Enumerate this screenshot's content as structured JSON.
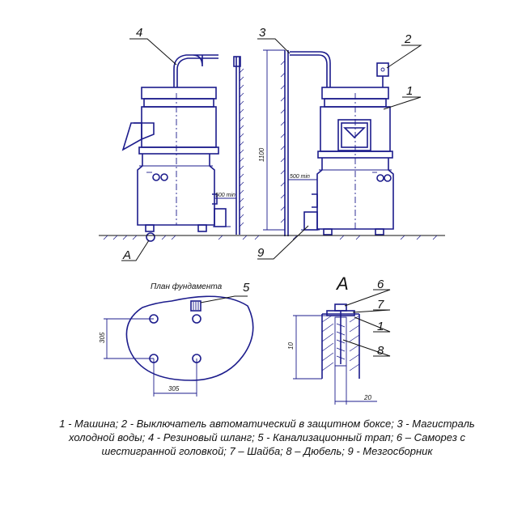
{
  "callouts": {
    "c1": "1",
    "c2": "2",
    "c3": "3",
    "c4": "4",
    "c5": "5",
    "c6": "6",
    "c7": "7",
    "c8": "8",
    "c9": "9",
    "cA": "A",
    "cA_detail": "A",
    "c1_detail": "1"
  },
  "dimensions": {
    "height_1100": "1100",
    "clearance_left": "500 min",
    "clearance_right": "500 min",
    "hole_spacing_vertical": "305",
    "hole_spacing_horizontal": "305",
    "anchor_depth": "10",
    "anchor_width": "20"
  },
  "foundation_title": "План фундамента",
  "caption": "1 - Машина; 2 - Выключатель автоматический в защитном боксе; 3 - Магистраль холодной воды; 4 - Резиновый шланг; 5 - Канализационный трап; 6 – Саморез с шестигранной головкой; 7 – Шайба; 8 – Дюбель; 9 - Мезгосборник",
  "colors": {
    "line": "#1c1c8c",
    "leader": "#111111"
  }
}
